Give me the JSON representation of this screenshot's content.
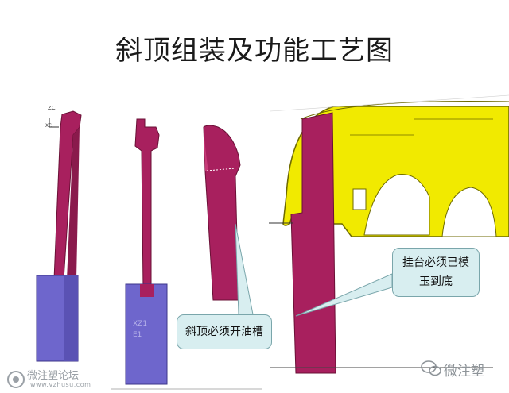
{
  "title": "斜顶组装及功能工艺图",
  "labels": {
    "axis_top": "ZC",
    "axis_side": "XC",
    "part_mark_1": "XZ1",
    "part_mark_2": "E1"
  },
  "callouts": {
    "left": "斜顶必须开油槽",
    "right_line1": "挂台必须已模",
    "right_line2": "玉到底"
  },
  "watermarks": {
    "left_title": "微注塑论坛",
    "left_url": "www.vzhusu.com",
    "right": "微注塑"
  },
  "colors": {
    "magenta": "#a8205e",
    "magenta_dark": "#8a1a4c",
    "blue": "#6e66cc",
    "yellow": "#f1ea00",
    "callout_fill": "#d8eef0",
    "callout_border": "#7aa6ab"
  }
}
